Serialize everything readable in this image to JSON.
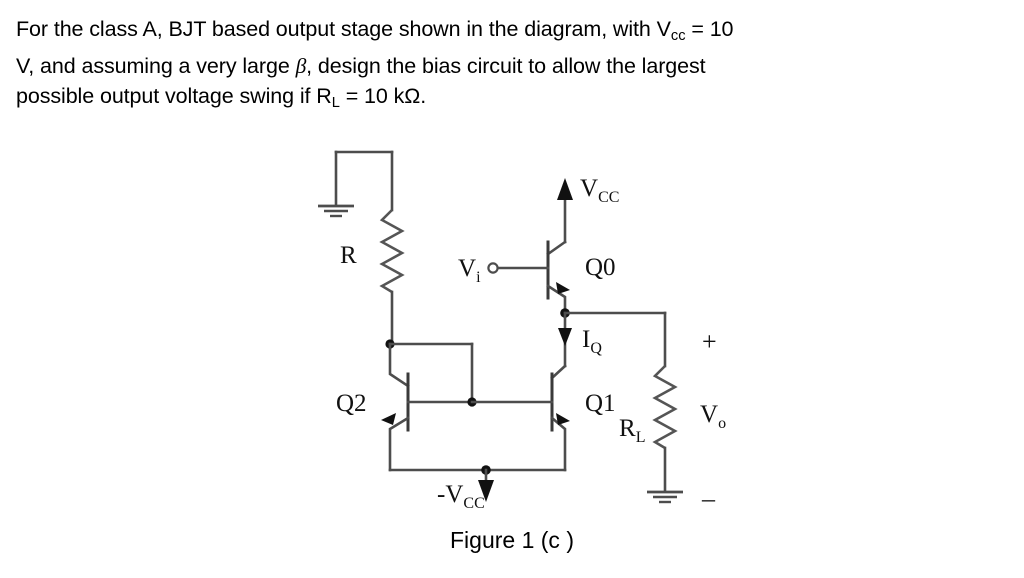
{
  "problem": {
    "line1_a": "For the class A, BJT based output stage shown in the diagram, with V",
    "line1_sub": "cc",
    "line1_b": " = 10",
    "line2_a": "V, and assuming a very large ",
    "line2_beta": "β",
    "line2_b": ", design the bias circuit to allow the largest",
    "line3_a": "possible output voltage swing if R",
    "line3_sub": "L",
    "line3_b": " = 10 kΩ."
  },
  "figure": {
    "caption": "Figure 1 (c )",
    "labels": {
      "resistor_r": "R",
      "resistor_rl_main": "R",
      "resistor_rl_sub": "L",
      "vin_main": "V",
      "vin_sub": "i",
      "vcc_main": "V",
      "vcc_sub": "CC",
      "neg_vcc_prefix": "-V",
      "neg_vcc_sub": "CC",
      "iq_main": "I",
      "iq_sub": "Q",
      "vout_main": "V",
      "vout_sub": "o",
      "transistor_q0": "Q0",
      "transistor_q1": "Q1",
      "transistor_q2": "Q2",
      "polarity_plus": "+",
      "polarity_minus": "–"
    },
    "colors": {
      "wire": "#4d4d4d",
      "node": "#111111",
      "text": "#111111",
      "background": "#ffffff"
    }
  }
}
